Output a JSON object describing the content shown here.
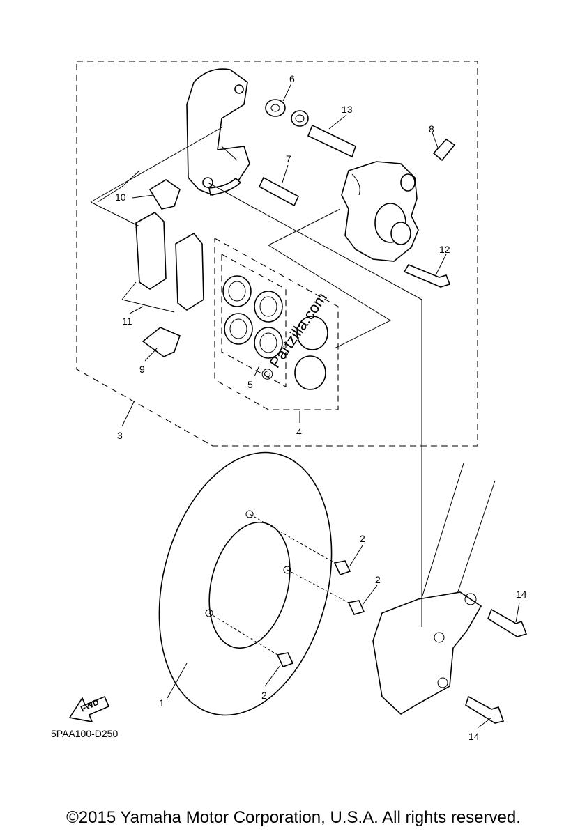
{
  "diagram": {
    "callouts": [
      {
        "id": "1",
        "label": "1"
      },
      {
        "id": "2a",
        "label": "2"
      },
      {
        "id": "2b",
        "label": "2"
      },
      {
        "id": "2c",
        "label": "2"
      },
      {
        "id": "3",
        "label": "3"
      },
      {
        "id": "4",
        "label": "4"
      },
      {
        "id": "5",
        "label": "5"
      },
      {
        "id": "6",
        "label": "6"
      },
      {
        "id": "7",
        "label": "7"
      },
      {
        "id": "8",
        "label": "8"
      },
      {
        "id": "9",
        "label": "9"
      },
      {
        "id": "10",
        "label": "10"
      },
      {
        "id": "11",
        "label": "11"
      },
      {
        "id": "12",
        "label": "12"
      },
      {
        "id": "13",
        "label": "13"
      },
      {
        "id": "14a",
        "label": "14"
      },
      {
        "id": "14b",
        "label": "14"
      }
    ],
    "diagram_code": "5PAA100-D250",
    "fwd_label": "FWD",
    "watermark": "© Partzilla.com"
  },
  "footer": {
    "copyright": "©2015 Yamaha Motor Corporation, U.S.A. All rights reserved."
  }
}
